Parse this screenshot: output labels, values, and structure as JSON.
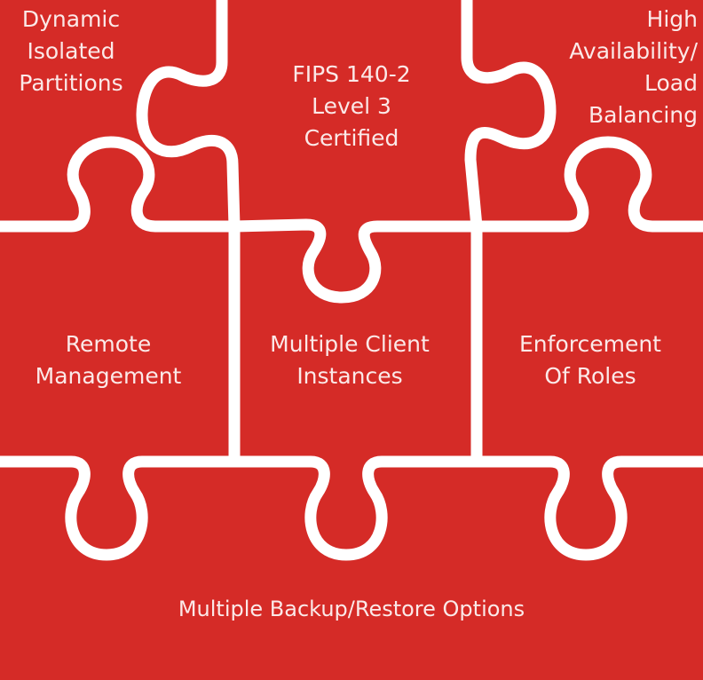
{
  "diagram": {
    "type": "puzzle-pieces",
    "colors": {
      "piece_fill": "#d52b27",
      "joint_lines": "#ffffff",
      "text": "#fbe9e8"
    },
    "pieces": [
      {
        "id": "dynamic",
        "lines": [
          "Dynamic",
          "Isolated",
          "Partitions"
        ]
      },
      {
        "id": "fips",
        "lines": [
          "FIPS 140-2",
          "Level 3",
          "Certified"
        ]
      },
      {
        "id": "ha",
        "lines": [
          "High",
          "Availability/",
          "Load",
          "Balancing"
        ]
      },
      {
        "id": "remote",
        "lines": [
          "Remote",
          "Management"
        ]
      },
      {
        "id": "multiclient",
        "lines": [
          "Multiple Client",
          "Instances"
        ]
      },
      {
        "id": "roles",
        "lines": [
          "Enforcement",
          "Of Roles"
        ]
      },
      {
        "id": "backup",
        "lines": [
          "Multiple Backup/Restore Options"
        ]
      }
    ]
  }
}
